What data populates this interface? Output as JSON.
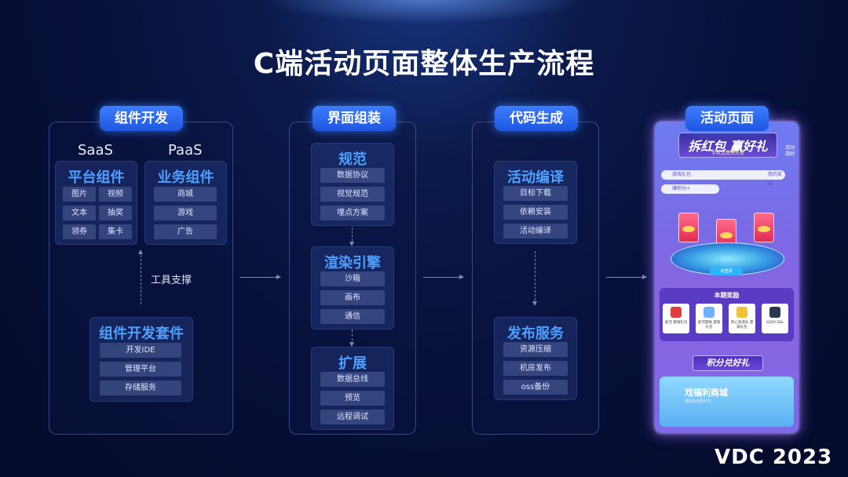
{
  "title": "C端活动页面整体生产流程",
  "stages": {
    "component_dev": {
      "label": "组件开发",
      "saas": "SaaS",
      "paas": "PaaS",
      "platform_components": {
        "title": "平台组件",
        "items": [
          "图片",
          "视频",
          "文本",
          "抽奖",
          "领券",
          "集卡"
        ]
      },
      "business_components": {
        "title": "业务组件",
        "items": [
          "商城",
          "游戏",
          "广告"
        ]
      },
      "support_label": "工具支撑",
      "dev_kit": {
        "title": "组件开发套件",
        "items": [
          "开发IDE",
          "管理平台",
          "存储服务"
        ]
      }
    },
    "ui_assembly": {
      "label": "界面组装",
      "spec": {
        "title": "规范",
        "items": [
          "数据协议",
          "视觉规范",
          "埋点方案"
        ]
      },
      "render_engine": {
        "title": "渲染引擎",
        "items": [
          "沙箱",
          "画布",
          "通信"
        ]
      },
      "extension": {
        "title": "扩展",
        "items": [
          "数据总线",
          "预览",
          "远程调试"
        ]
      }
    },
    "code_gen": {
      "label": "代码生成",
      "compile": {
        "title": "活动编译",
        "items": [
          "目标下载",
          "依赖安装",
          "活动编译"
        ]
      },
      "publish": {
        "title": "发布服务",
        "items": [
          "资源压缩",
          "机房发布",
          "oss备份"
        ]
      }
    },
    "activity_page": {
      "label": "活动页面",
      "phone": {
        "banner_title": "拆红包 赢好礼",
        "banner_sub": "手机话费抢先拿",
        "side_tag": "活动规则",
        "input_1": "游戏礼包",
        "input_1_right": "我的奖品",
        "input_2": "赚积分+",
        "stage_button": "未登录",
        "prize_title": "本期奖励",
        "prizes": [
          "星河 游戏礼包",
          "星河游戏 游戏礼包",
          "开心消消乐 游戏礼包",
          "iQOO Z8x"
        ],
        "points_title": "积分兑好礼",
        "mall_title": "戏福利商城",
        "mall_sub": "游戏&话费可兑"
      }
    }
  },
  "logo": "VDC 2023"
}
